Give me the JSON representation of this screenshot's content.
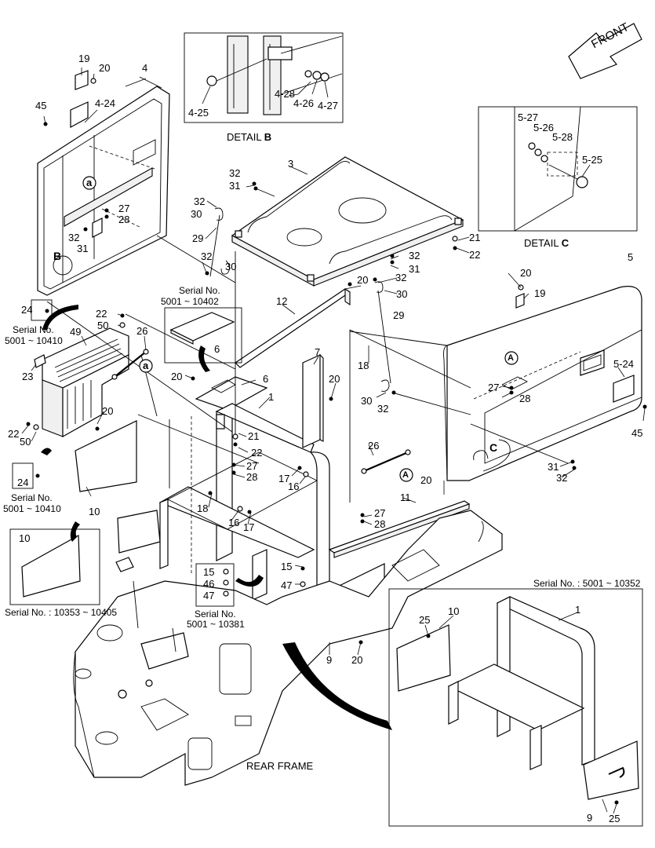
{
  "front_arrow": "FRONT",
  "details": {
    "b": {
      "prefix": "DETAIL ",
      "letter": "B"
    },
    "c": {
      "prefix": "DETAIL ",
      "letter": "C"
    }
  },
  "rear_frame": "REAR FRAME",
  "serial": {
    "s1_line1": "Serial No.",
    "s1_line2": "5001 ~ 10402",
    "s2_line1": "Serial No.",
    "s2_line2": "5001 ~ 10410",
    "s3_line1": "Serial No.",
    "s3_line2": "5001 ~ 10410",
    "s4": "Serial No. : 10353 ~ 10405",
    "s5_line1": "Serial No.",
    "s5_line2": "5001 ~ 10381",
    "s6": "Serial No. : 5001 ~ 10352"
  },
  "callouts": {
    "c19a": "19",
    "c20a": "20",
    "c4": "4",
    "c45a": "45",
    "c4_24": "4-24",
    "c4_25": "4-25",
    "c4_28": "4-28",
    "c4_26": "4-26",
    "c4_27": "4-27",
    "c5_27": "5-27",
    "c5_26": "5-26",
    "c5_28": "5-28",
    "c5_25": "5-25",
    "c3": "3",
    "c32a": "32",
    "c31a": "31",
    "c32b": "32",
    "c30a": "30",
    "c29a": "29",
    "c32c": "32",
    "c30b": "30",
    "c27a": "27",
    "c28a": "28",
    "c32d": "32",
    "c31b": "31",
    "c21a": "21",
    "c22a": "22",
    "c32e": "32",
    "c31c": "31",
    "c32f": "32",
    "c30c": "30",
    "c20b": "20",
    "c29b": "29",
    "c5": "5",
    "c20c": "20",
    "c19b": "19",
    "c12": "12",
    "c24a": "24",
    "c22b": "22",
    "c50a": "50",
    "c49": "49",
    "c26a": "26",
    "c23": "23",
    "c6a": "6",
    "c20d": "20",
    "c6b": "6",
    "c7": "7",
    "c18a": "18",
    "c1a": "1",
    "c20e": "20",
    "c30d": "30",
    "c32g": "32",
    "c27b": "27",
    "c28b": "28",
    "c5_24": "5-24",
    "c45b": "45",
    "c20f": "20",
    "c22c": "22",
    "c50b": "50",
    "c21b": "21",
    "c22d": "22",
    "c27c": "27",
    "c28c": "28",
    "c17a": "17",
    "c16a": "16",
    "c26b": "26",
    "c20g": "20",
    "c31d": "31",
    "c32h": "32",
    "c24b": "24",
    "c10a": "10",
    "c18b": "18",
    "c16b": "16",
    "c17b": "17",
    "c11": "11",
    "c27d": "27",
    "c28d": "28",
    "c10b": "10",
    "c15a": "15",
    "c46": "46",
    "c47a": "47",
    "c15b": "15",
    "c47b": "47",
    "c9a": "9",
    "c20h": "20",
    "c1b": "1",
    "c25a": "25",
    "c10c": "10",
    "c9b": "9",
    "c25b": "25",
    "ca1": "a",
    "ca2": "a",
    "cA1": "A",
    "cA2": "A",
    "cB": "B",
    "cC": "C"
  }
}
